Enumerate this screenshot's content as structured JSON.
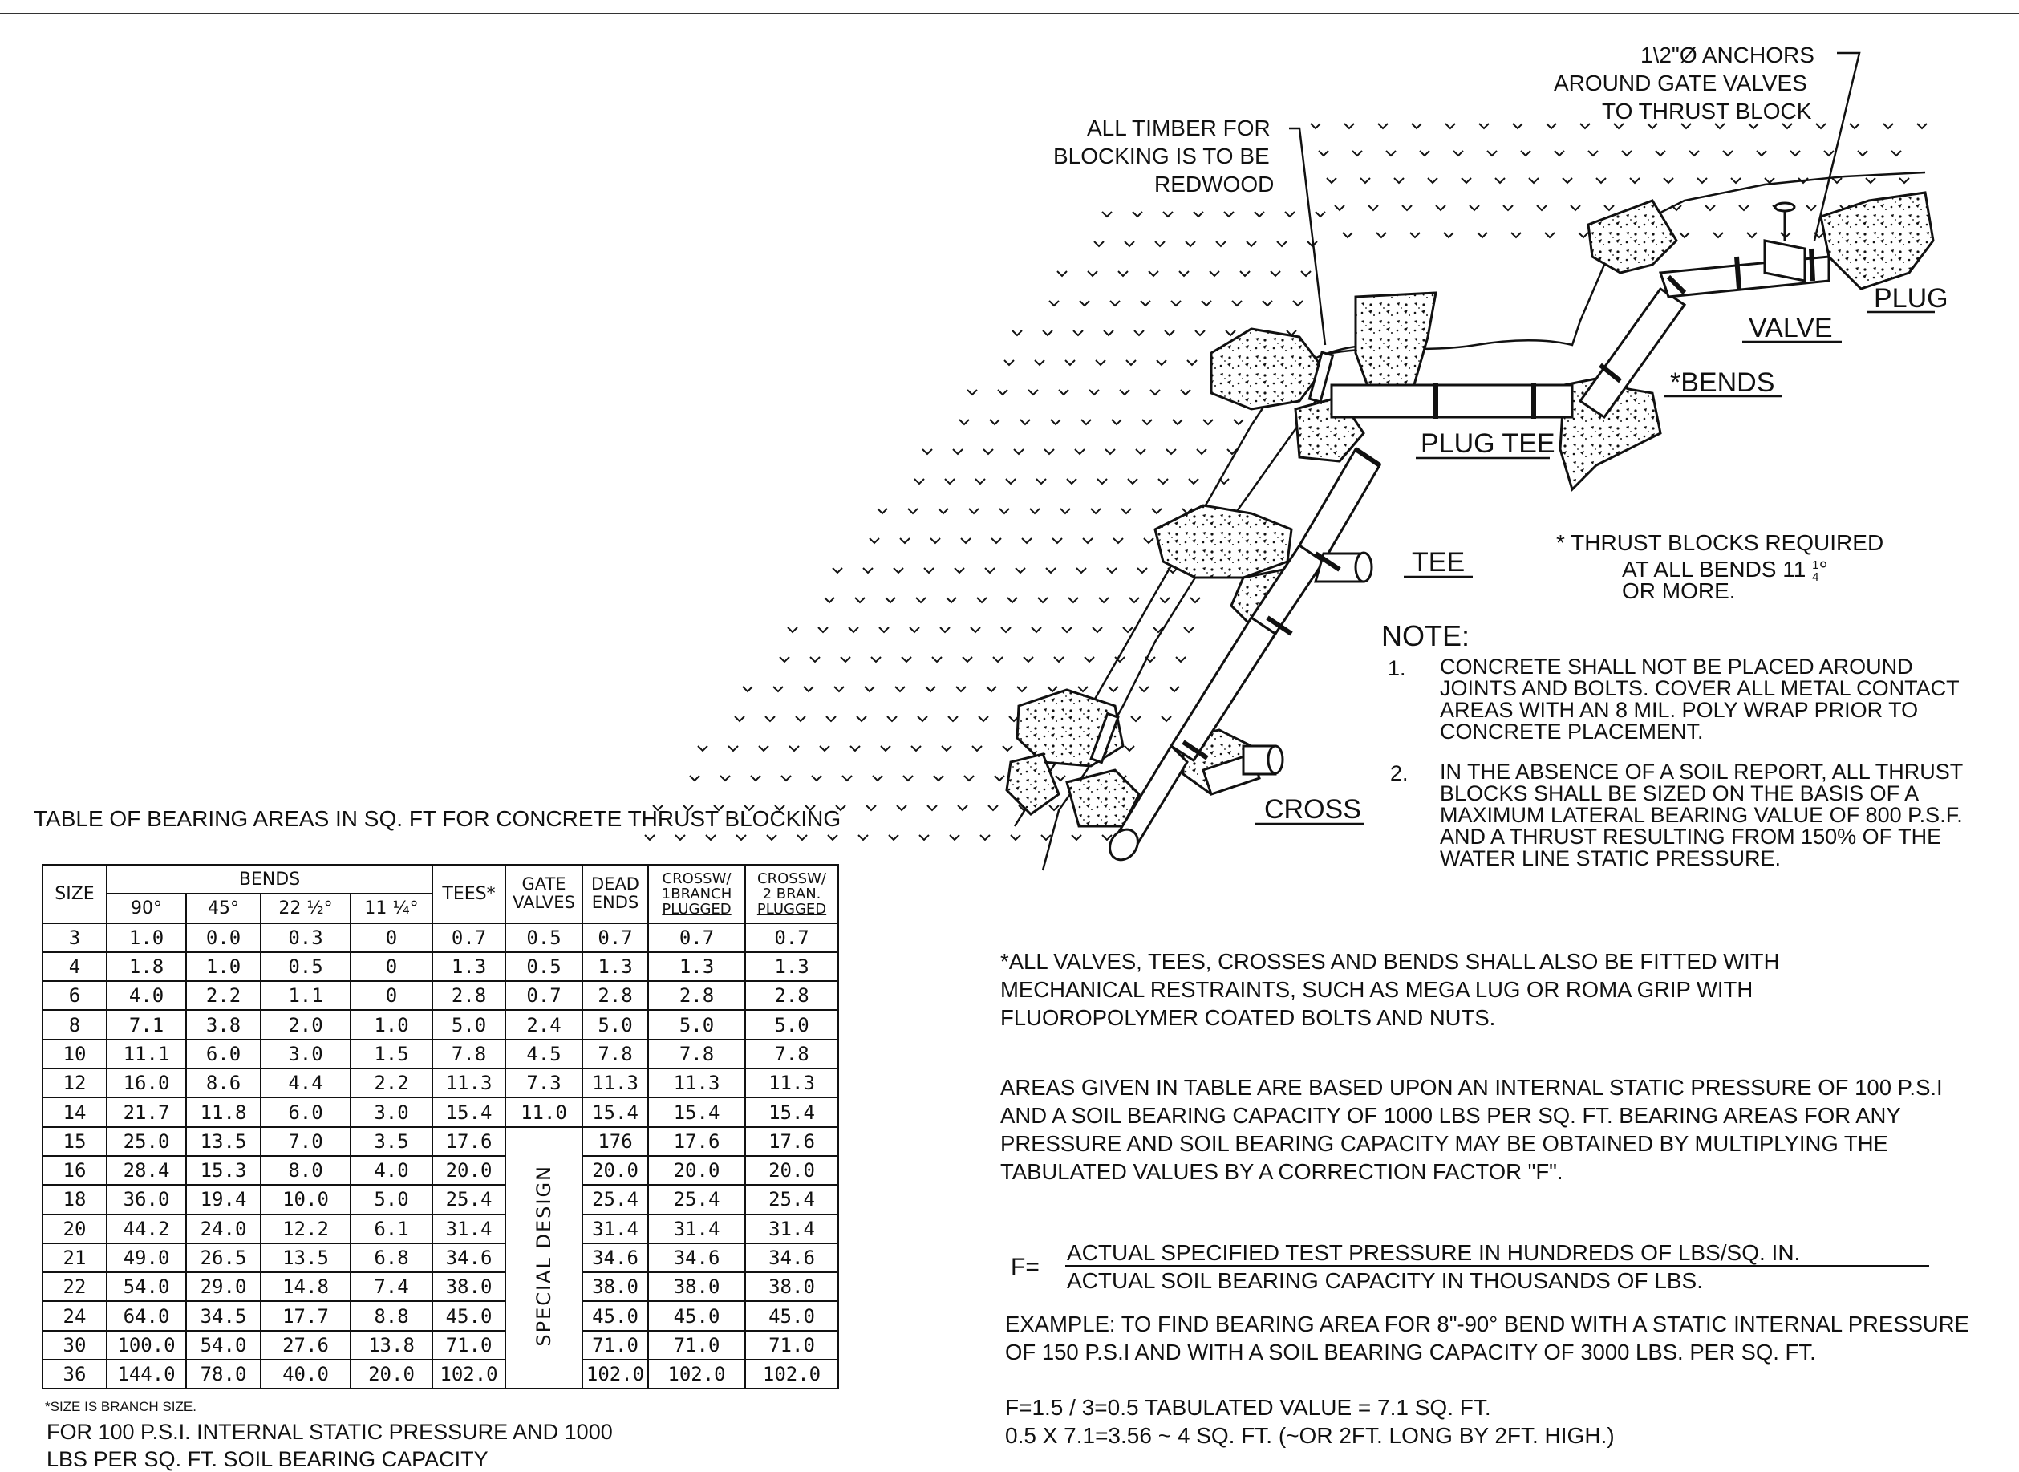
{
  "table": {
    "title": "TABLE OF BEARING AREAS IN SQ. FT FOR CONCRETE THRUST BLOCKING",
    "headers": {
      "size": "SIZE",
      "bends": "BENDS",
      "b90": "90°",
      "b45": "45°",
      "b22": "22 ½°",
      "b11": "11 ¼°",
      "tees": "TEES*",
      "gate": "GATE VALVES",
      "dead": "DEAD ENDS",
      "cross1_a": "CROSSW/",
      "cross1_b": "1BRANCH",
      "cross1_c": "PLUGGED",
      "cross2_a": "CROSSW/",
      "cross2_b": "2 BRAN.",
      "cross2_c": "PLUGGED"
    },
    "special_design": "SPECIAL DESIGN",
    "rows": [
      [
        "3",
        "1.0",
        "0.0",
        "0.3",
        "0",
        "0.7",
        "0.5",
        "0.7",
        "0.7",
        "0.7"
      ],
      [
        "4",
        "1.8",
        "1.0",
        "0.5",
        "0",
        "1.3",
        "0.5",
        "1.3",
        "1.3",
        "1.3"
      ],
      [
        "6",
        "4.0",
        "2.2",
        "1.1",
        "0",
        "2.8",
        "0.7",
        "2.8",
        "2.8",
        "2.8"
      ],
      [
        "8",
        "7.1",
        "3.8",
        "2.0",
        "1.0",
        "5.0",
        "2.4",
        "5.0",
        "5.0",
        "5.0"
      ],
      [
        "10",
        "11.1",
        "6.0",
        "3.0",
        "1.5",
        "7.8",
        "4.5",
        "7.8",
        "7.8",
        "7.8"
      ],
      [
        "12",
        "16.0",
        "8.6",
        "4.4",
        "2.2",
        "11.3",
        "7.3",
        "11.3",
        "11.3",
        "11.3"
      ],
      [
        "14",
        "21.7",
        "11.8",
        "6.0",
        "3.0",
        "15.4",
        "11.0",
        "15.4",
        "15.4",
        "15.4"
      ],
      [
        "15",
        "25.0",
        "13.5",
        "7.0",
        "3.5",
        "17.6",
        "",
        "176",
        "17.6",
        "17.6"
      ],
      [
        "16",
        "28.4",
        "15.3",
        "8.0",
        "4.0",
        "20.0",
        "",
        "20.0",
        "20.0",
        "20.0"
      ],
      [
        "18",
        "36.0",
        "19.4",
        "10.0",
        "5.0",
        "25.4",
        "",
        "25.4",
        "25.4",
        "25.4"
      ],
      [
        "20",
        "44.2",
        "24.0",
        "12.2",
        "6.1",
        "31.4",
        "",
        "31.4",
        "31.4",
        "31.4"
      ],
      [
        "21",
        "49.0",
        "26.5",
        "13.5",
        "6.8",
        "34.6",
        "",
        "34.6",
        "34.6",
        "34.6"
      ],
      [
        "22",
        "54.0",
        "29.0",
        "14.8",
        "7.4",
        "38.0",
        "",
        "38.0",
        "38.0",
        "38.0"
      ],
      [
        "24",
        "64.0",
        "34.5",
        "17.7",
        "8.8",
        "45.0",
        "",
        "45.0",
        "45.0",
        "45.0"
      ],
      [
        "30",
        "100.0",
        "54.0",
        "27.6",
        "13.8",
        "71.0",
        "",
        "71.0",
        "71.0",
        "71.0"
      ],
      [
        "36",
        "144.0",
        "78.0",
        "40.0",
        "20.0",
        "102.0",
        "",
        "102.0",
        "102.0",
        "102.0"
      ]
    ],
    "footnote_size": "*SIZE IS BRANCH SIZE.",
    "footnote_line1": "FOR 100 P.S.I. INTERNAL STATIC PRESSURE AND 1000",
    "footnote_line2": "LBS PER SQ. FT. SOIL BEARING CAPACITY"
  },
  "diagram": {
    "labels": {
      "anchors_1": "1\\2\"Ø ANCHORS",
      "anchors_2": "AROUND GATE VALVES",
      "anchors_3": "TO THRUST BLOCK",
      "timber_1": "ALL TIMBER FOR",
      "timber_2": "BLOCKING IS TO BE",
      "timber_3": "REDWOOD",
      "plug": "PLUG",
      "valve": "VALVE",
      "bends": "*BENDS",
      "plug_tee": "PLUG TEE",
      "tee": "TEE",
      "cross": "CROSS",
      "thrust_1": "*  THRUST BLOCKS REQUIRED",
      "thrust_2": "AT ALL BENDS 11",
      "thrust_frac_num": "1",
      "thrust_frac_den": "4",
      "thrust_deg": "°",
      "thrust_3": "OR    MORE."
    }
  },
  "notes": {
    "title": "NOTE:",
    "items": [
      {
        "num": "1.",
        "text": "CONCRETE SHALL NOT BE PLACED AROUND JOINTS AND BOLTS. COVER ALL METAL CONTACT AREAS  WITH AN 8 MIL. POLY WRAP PRIOR TO CONCRETE PLACEMENT."
      },
      {
        "num": "2.",
        "text": "IN THE ABSENCE OF A SOIL REPORT, ALL THRUST BLOCKS SHALL BE SIZED ON THE BASIS OF A MAXIMUM LATERAL  BEARING VALUE OF 800 P.S.F. AND A THRUST RESULTING FROM 150% OF  THE WATER LINE STATIC PRESSURE."
      }
    ]
  },
  "text": {
    "restraints": "*ALL VALVES, TEES, CROSSES AND BENDS  SHALL ALSO BE FITTED WITH MECHANICAL RESTRAINTS, SUCH AS MEGA LUG OR ROMA GRIP WITH FLUOROPOLYMER COATED BOLTS AND NUTS.",
    "areas": "AREAS GIVEN IN TABLE ARE BASED UPON AN INTERNAL STATIC PRESSURE OF 100 P.S.I AND A SOIL BEARING CAPACITY OF 1000 LBS PER SQ. FT. BEARING AREAS FOR ANY PRESSURE AND SOIL BEARING CAPACITY MAY BE OBTAINED BY MULTIPLYING THE TABULATED VALUES BY A CORRECTION FACTOR \"F\".",
    "f_label": "F=",
    "f_numerator": "ACTUAL SPECIFIED TEST PRESSURE IN HUNDREDS OF LBS/SQ. IN.",
    "f_denominator": "ACTUAL SOIL BEARING CAPACITY IN THOUSANDS OF LBS.",
    "example": "EXAMPLE: TO FIND BEARING AREA FOR 8\"-90° BEND WITH A STATIC INTERNAL PRESSURE OF 150 P.S.I AND WITH A SOIL BEARING CAPACITY OF 3000 LBS. PER SQ. FT.",
    "example_calc1": "F=1.5 / 3=0.5 TABULATED VALUE = 7.1 SQ. FT.",
    "example_calc2": "0.5 X 7.1=3.56 ~ 4 SQ. FT. (~OR 2FT. LONG BY 2FT. HIGH.)"
  }
}
